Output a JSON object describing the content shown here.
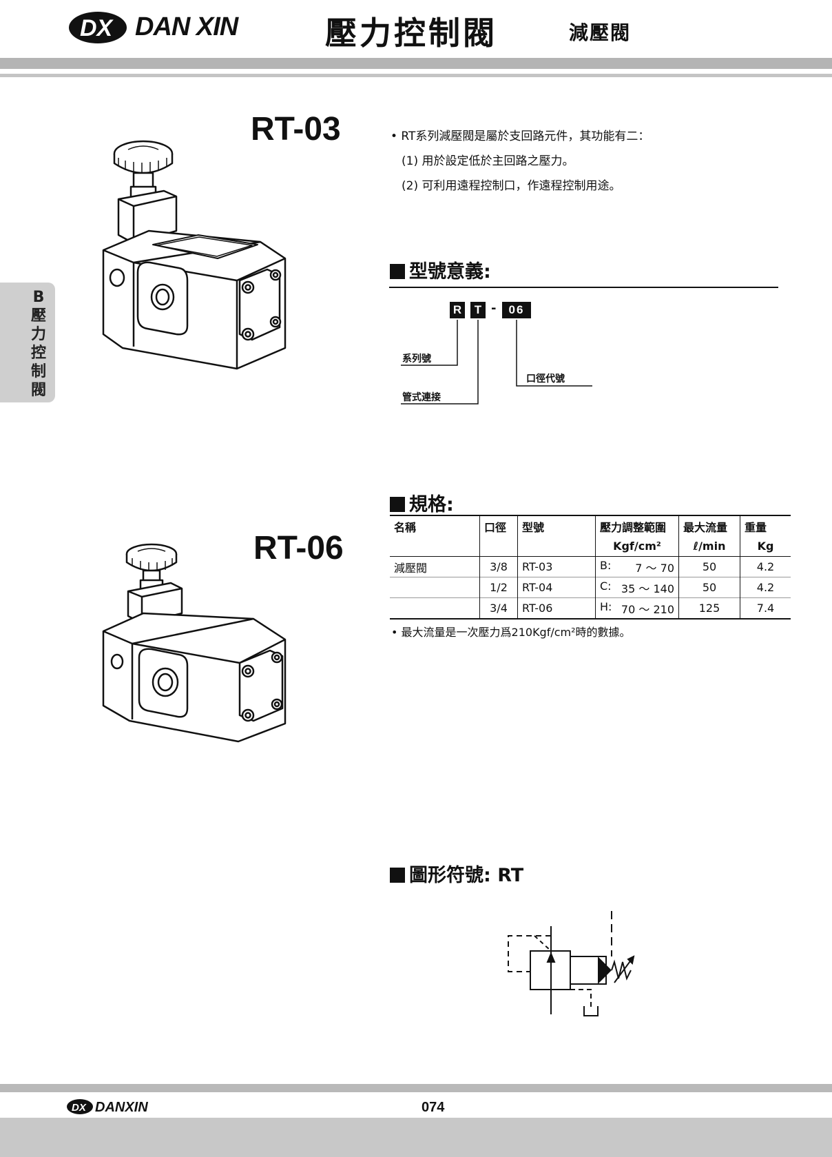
{
  "header": {
    "brand_mark": "DX",
    "brand": "DAN XIN",
    "title": "壓力控制閥",
    "subtitle": "減壓閥"
  },
  "side_tab": {
    "text": "B壓力控制閥"
  },
  "models": [
    {
      "name": "RT-03"
    },
    {
      "name": "RT-06"
    }
  ],
  "intro": {
    "line1": "• RT系列減壓閥是屬於支回路元件，其功能有二：",
    "line2": "(1) 用於設定低於主回路之壓力。",
    "line3": "(2) 可利用遠程控制口，作遠程控制用途。"
  },
  "model_code": {
    "heading": "型號意義:",
    "boxes": [
      "R",
      "T",
      "06"
    ],
    "dash": "-",
    "labels": {
      "series": "系列號",
      "pipe": "管式連接",
      "size": "口徑代號"
    }
  },
  "specs": {
    "heading": "規格:",
    "headers": {
      "name": "名稱",
      "size": "口徑",
      "model": "型號",
      "pressure": "壓力調整範圍",
      "pressure_unit": "Kgf/cm²",
      "flow": "最大流量",
      "flow_unit": "ℓ/min",
      "weight": "重量",
      "weight_unit": "Kg"
    },
    "rows": [
      {
        "name": "減壓閥",
        "size": "3/8",
        "model": "RT-03",
        "p_code": "B:",
        "p_range": "7 ～ 70",
        "flow": "50",
        "weight": "4.2"
      },
      {
        "name": "",
        "size": "1/2",
        "model": "RT-04",
        "p_code": "C:",
        "p_range": "35 ～ 140",
        "flow": "50",
        "weight": "4.2"
      },
      {
        "name": "",
        "size": "3/4",
        "model": "RT-06",
        "p_code": "H:",
        "p_range": "70 ～ 210",
        "flow": "125",
        "weight": "7.4"
      }
    ],
    "footnote": "• 最大流量是一次壓力爲210Kgf/cm²時的數據。"
  },
  "symbol": {
    "heading": "圖形符號: RT"
  },
  "footer": {
    "brand_mark": "DX",
    "brand": "DANXIN",
    "page_number": "074"
  }
}
